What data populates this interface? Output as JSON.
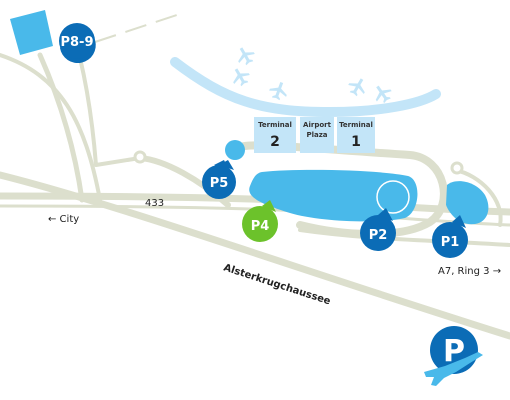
{
  "colors": {
    "parking_area": "#49b9ea",
    "pin_blue": "#0b6cb6",
    "pin_green": "#6cc22b",
    "road": "#dcdfcd",
    "terminal": "#c3e5f8"
  },
  "terminals": {
    "t2": {
      "label": "Terminal",
      "number": "2"
    },
    "plaza": {
      "line1": "Airport",
      "line2": "Plaza"
    },
    "t1": {
      "label": "Terminal",
      "number": "1"
    }
  },
  "roads": {
    "route": "433",
    "street": "Alsterkrugchaussee",
    "city": "← City",
    "ring": "A7, Ring 3 →"
  },
  "parking": {
    "p89": "P8-9",
    "p5": "P5",
    "p4": "P4",
    "p2": "P2",
    "p1": "P1"
  },
  "icons": {
    "airplane": "airplane-icon",
    "parking_logo": "parking-airplane-icon"
  }
}
